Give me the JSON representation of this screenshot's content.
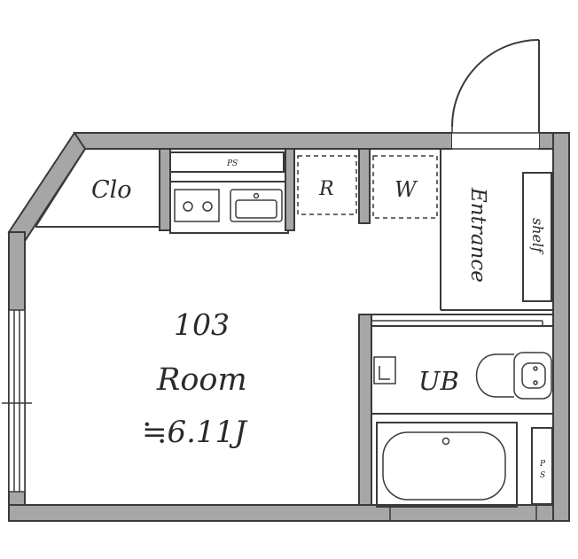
{
  "unit": {
    "number": "103",
    "type": "Room",
    "size": "≒6.11J"
  },
  "labels": {
    "closet": "Clo",
    "refrigerator": "R",
    "washer": "W",
    "entrance": "Entrance",
    "shelf": "shelf",
    "unit_bath": "UB",
    "pipe_space_top": "PS",
    "pipe_space_bath_p": "P",
    "pipe_space_bath_s": "S"
  }
}
